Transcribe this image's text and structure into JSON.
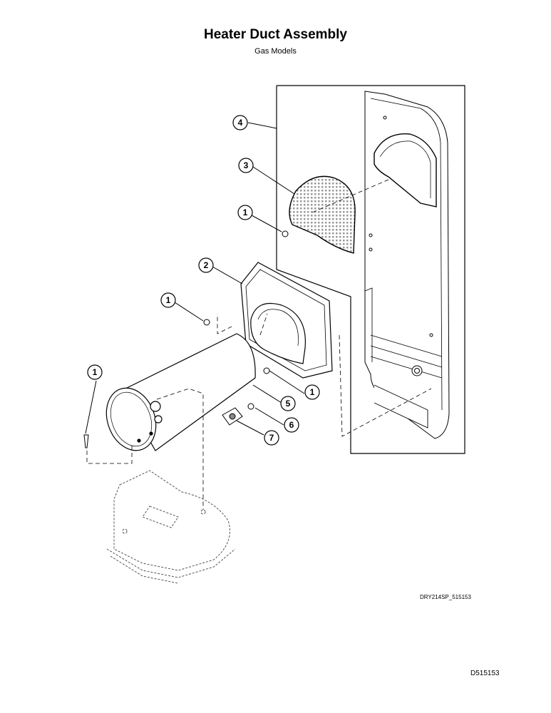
{
  "title": "Heater Duct Assembly",
  "subtitle": "Gas Models",
  "drawing_code": "DRY214SP_515153",
  "doc_number": "D515153",
  "callouts": [
    "4",
    "3",
    "1",
    "2",
    "1",
    "1",
    "5",
    "1",
    "6",
    "7"
  ]
}
